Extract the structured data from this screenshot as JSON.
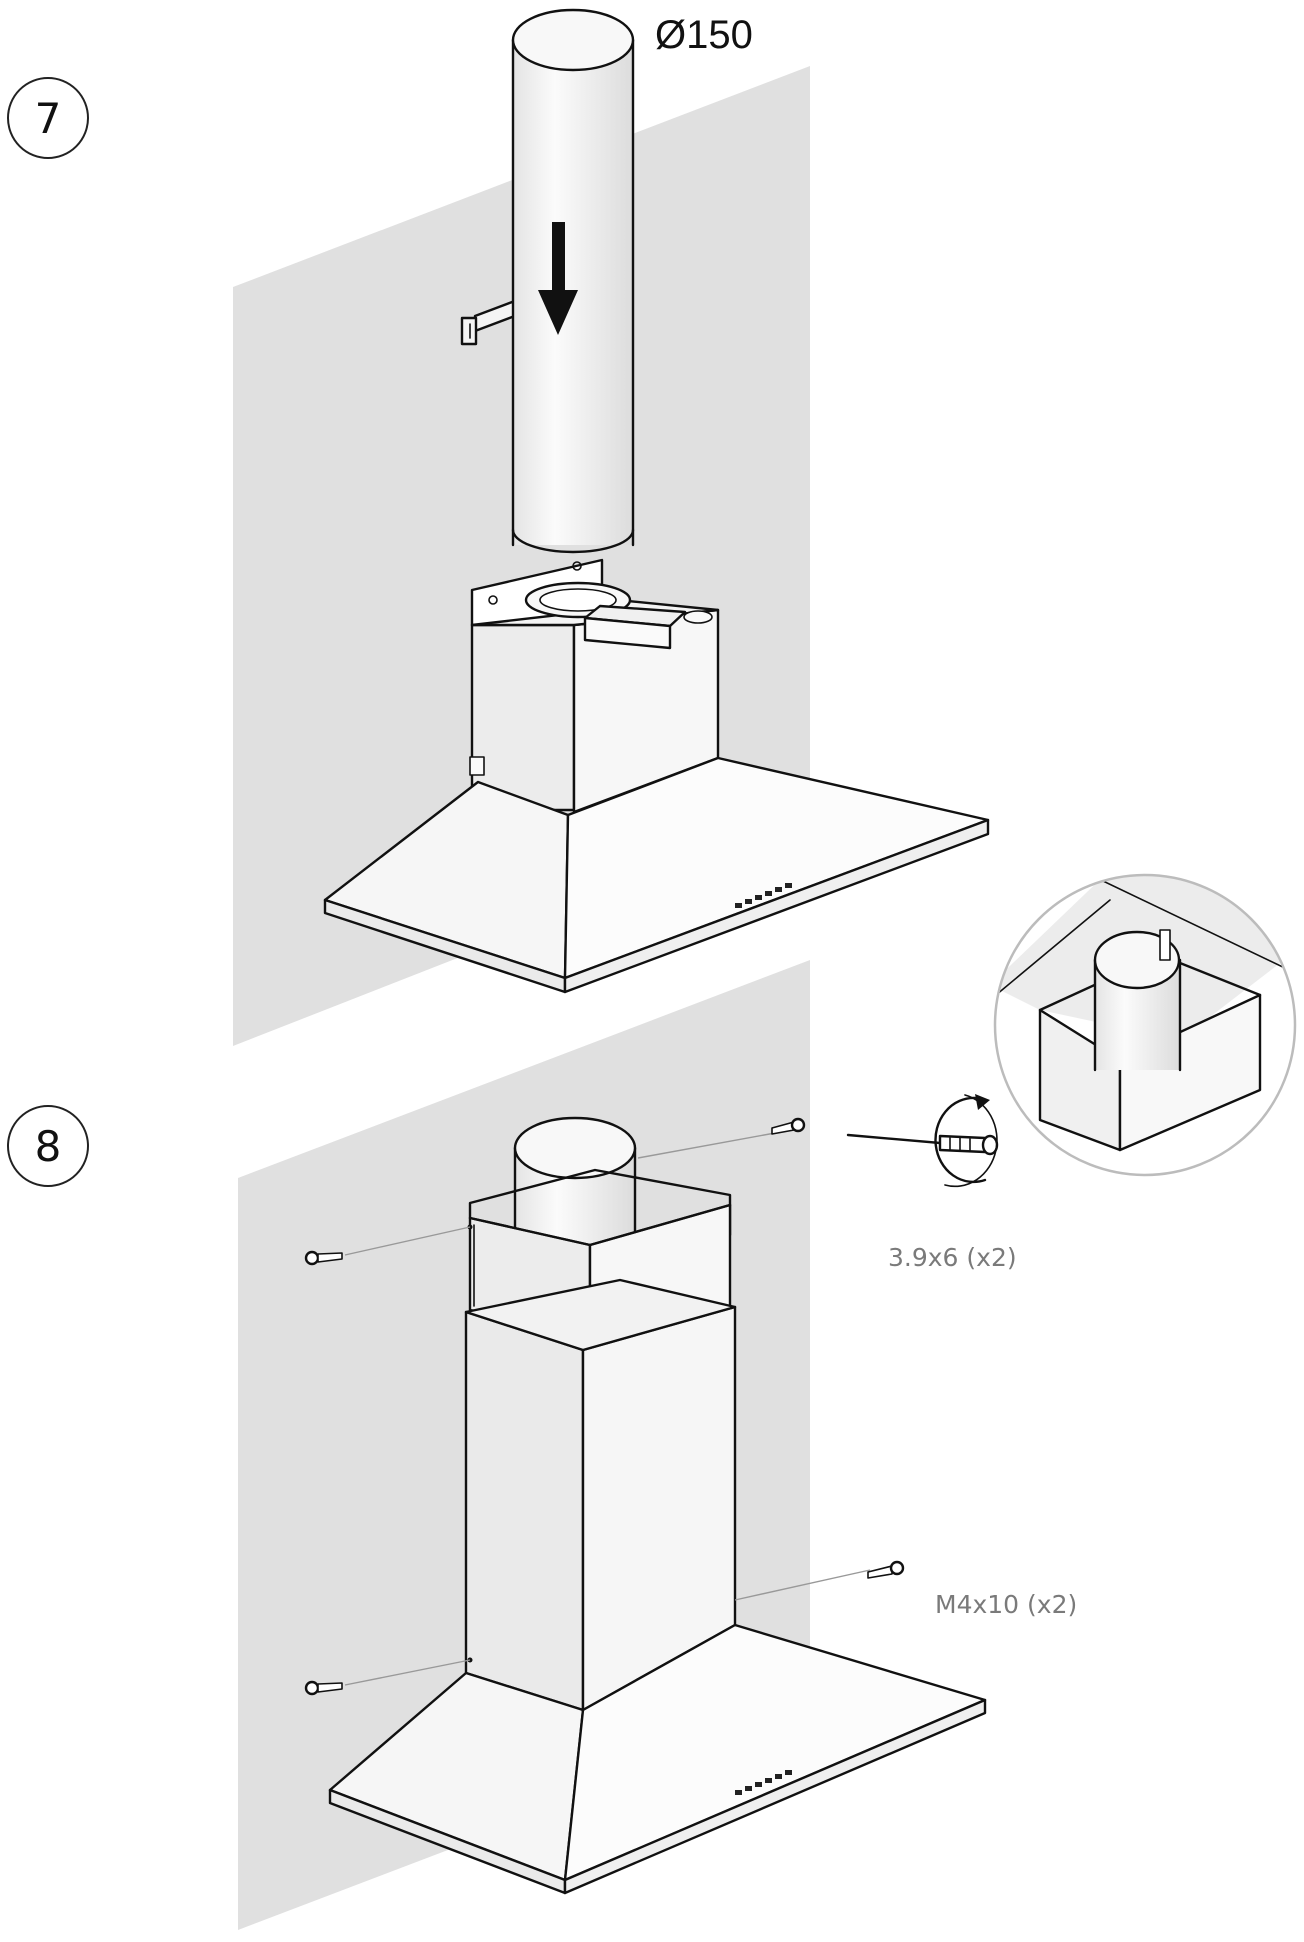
{
  "steps": [
    {
      "number": "7",
      "duct_diameter": "Ø150"
    },
    {
      "number": "8",
      "screw_spec_small": "3.9x6 (x2)",
      "screw_spec_large": "M4x10 (x2)"
    }
  ],
  "colors": {
    "wall": "#e0e0e0",
    "hood_metal": "#f4f4f4",
    "duct": "#f0f0f0",
    "outline": "#111111",
    "label_gray": "#7a7a7a",
    "leader_line": "#999999"
  },
  "icons": [
    "down-arrow-icon",
    "screwdriver-icon",
    "rotate-clockwise-icon",
    "screw-icon",
    "wall-bracket-icon"
  ]
}
